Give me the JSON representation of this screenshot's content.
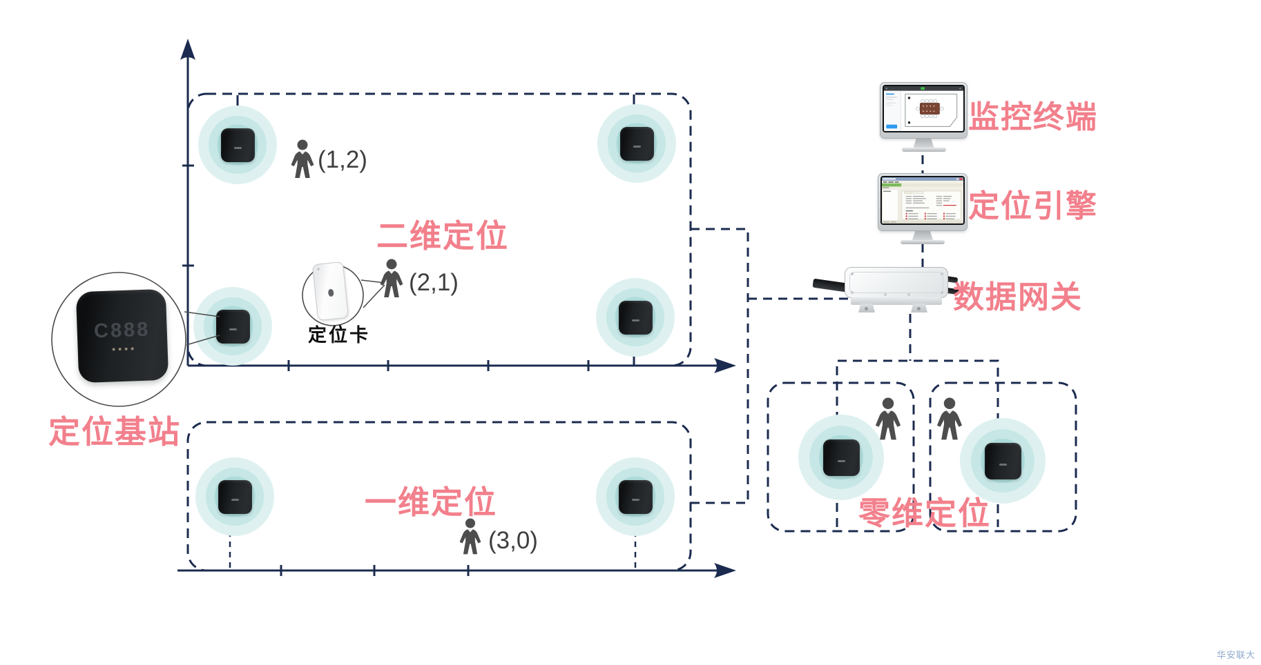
{
  "labels": {
    "positioning_2d": "二维定位",
    "positioning_1d": "一维定位",
    "positioning_0d": "零维定位",
    "base_station": "定位基站",
    "tag_card": "定位卡",
    "monitor_terminal": "监控终端",
    "positioning_engine": "定位引擎",
    "data_gateway": "数据网关",
    "station_model": "C888",
    "watermark": "华安联大"
  },
  "coordinates": {
    "person_2d_a": "(1,2)",
    "person_2d_b": "(2,1)",
    "person_1d": "(3,0)"
  },
  "colors": {
    "accent_pink": "#F2808C",
    "line_navy": "#1B2B4F",
    "glow_teal": "#A9DBDA",
    "person_gray": "#4D4D4D",
    "watermark_blue": "#8FA8CC"
  }
}
